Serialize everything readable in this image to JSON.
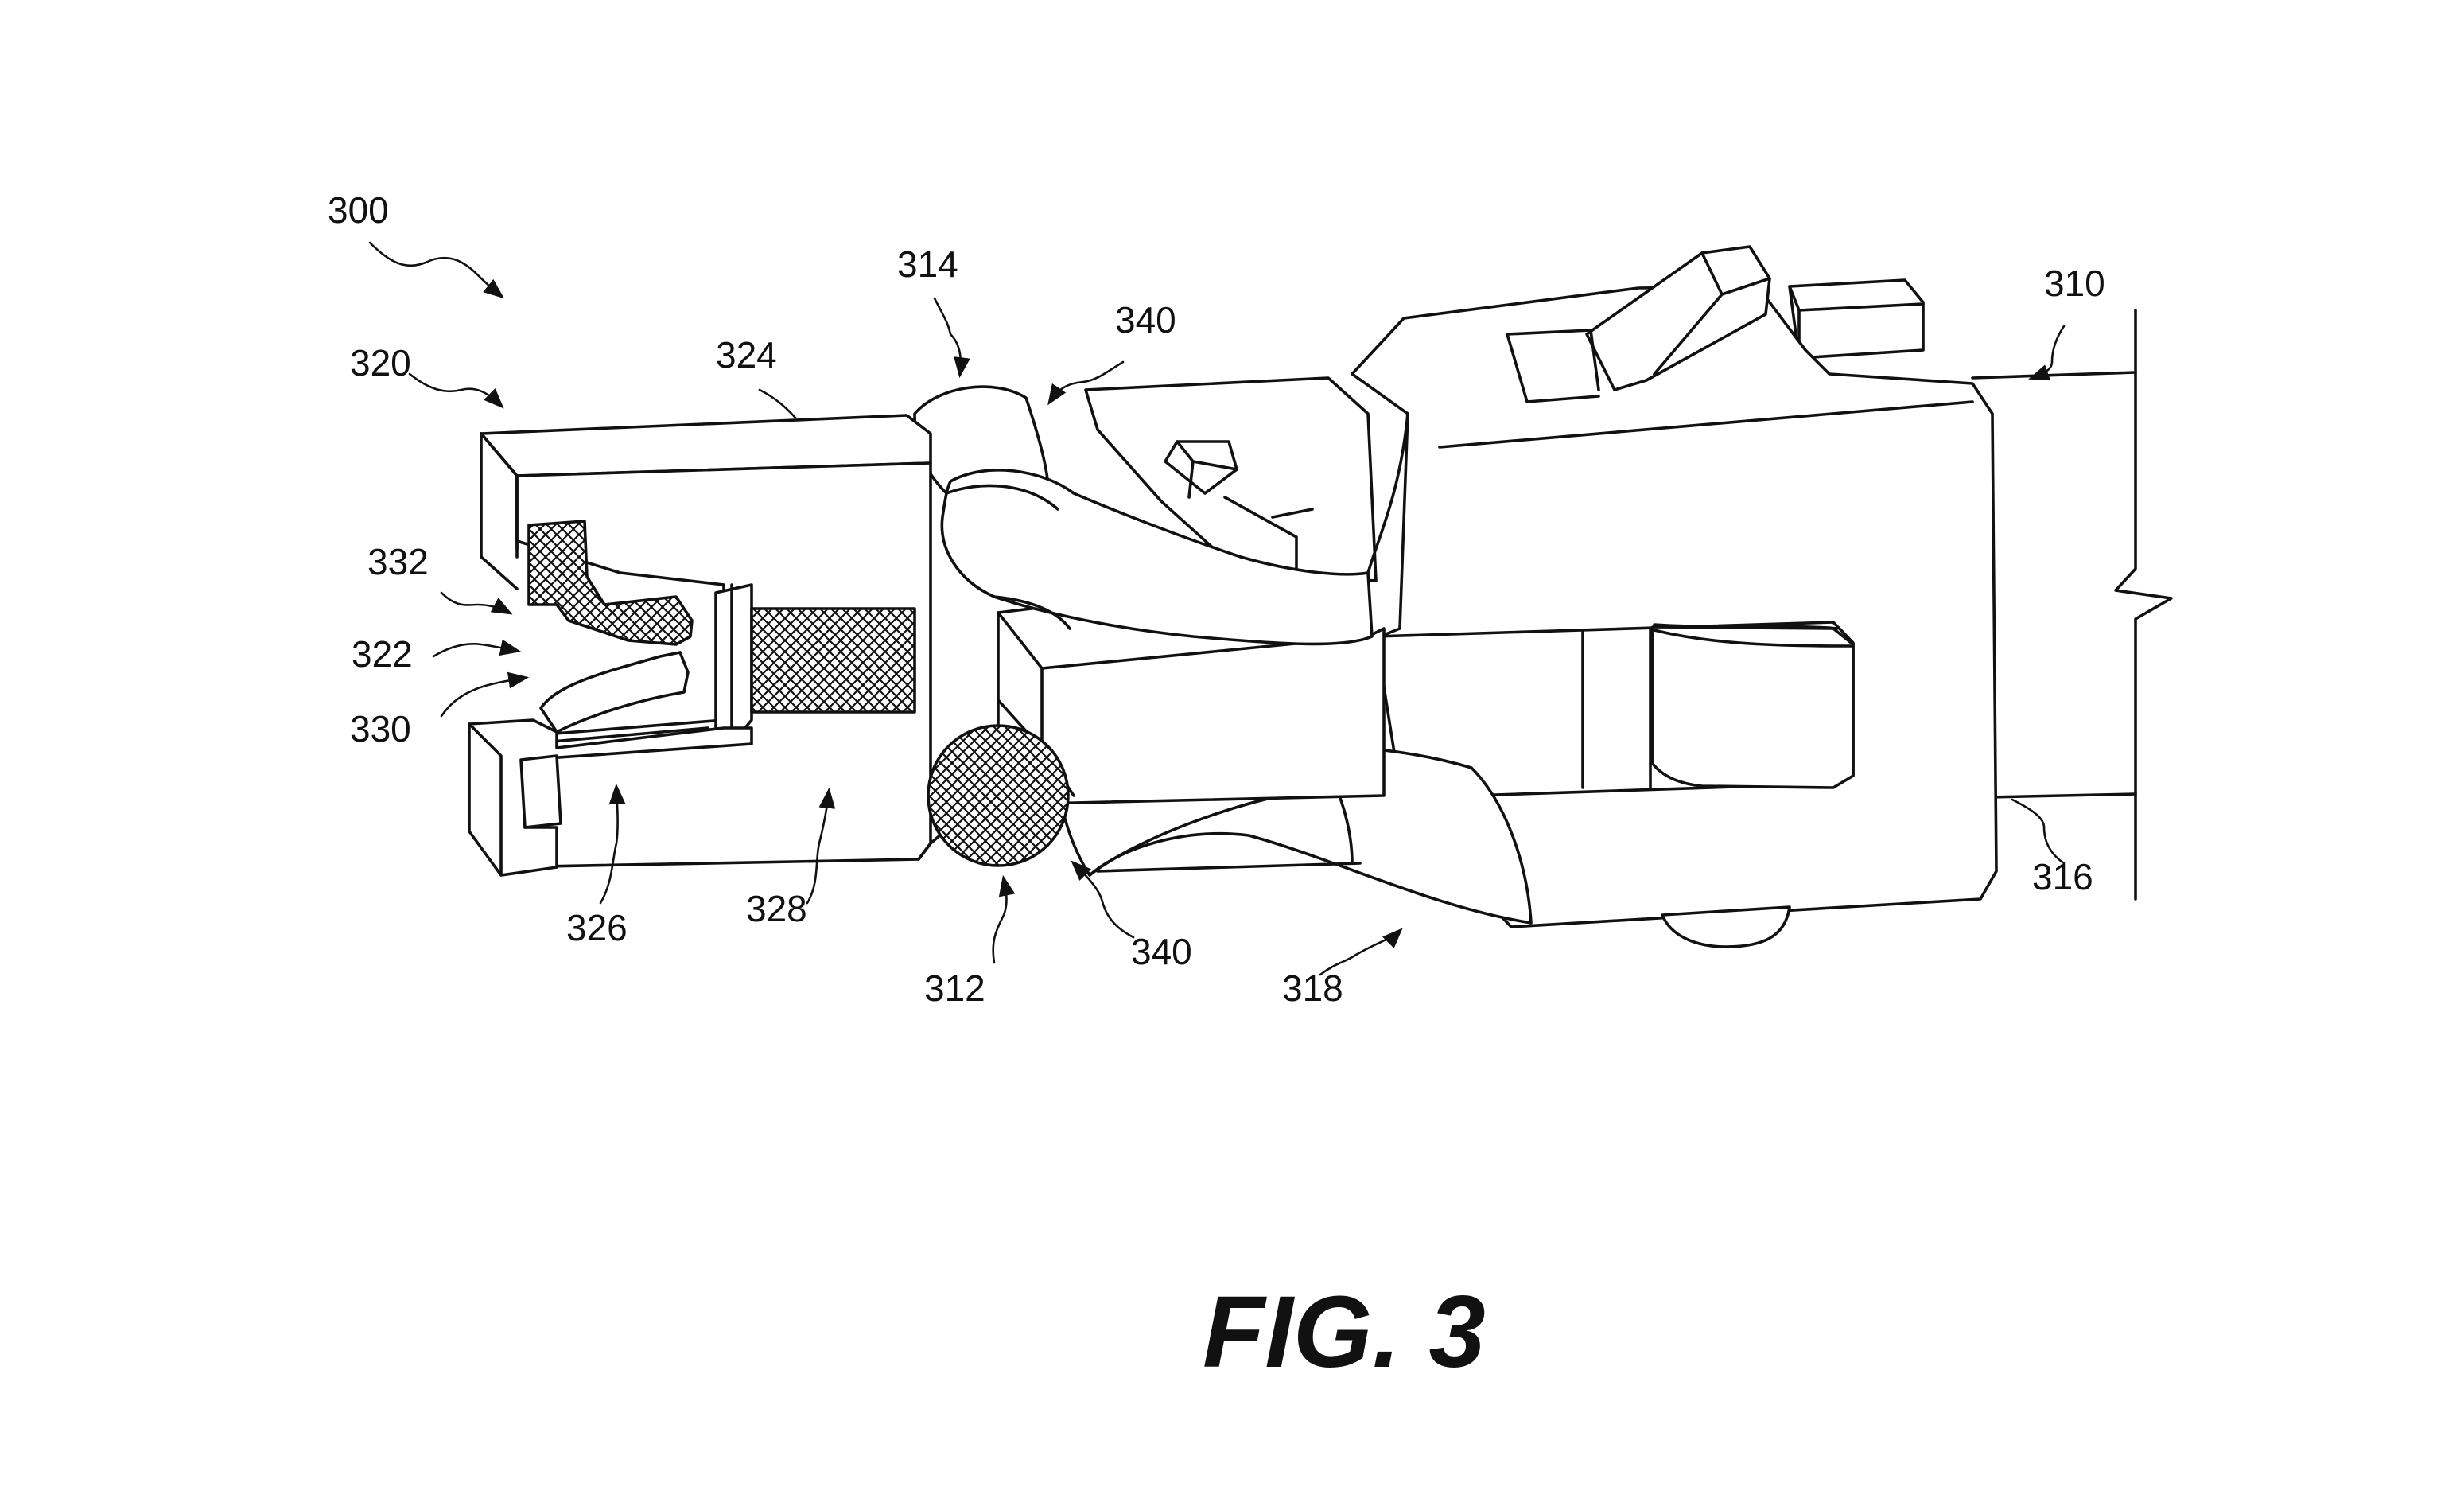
{
  "figure": {
    "caption": "FIG. 3"
  },
  "reference_numerals": [
    "300",
    "310",
    "312",
    "314",
    "316",
    "318",
    "320",
    "322",
    "324",
    "326",
    "328",
    "330",
    "332",
    "340",
    "340"
  ],
  "colors": {
    "line": "#111111",
    "background": "#ffffff",
    "hatch": "#111111"
  }
}
